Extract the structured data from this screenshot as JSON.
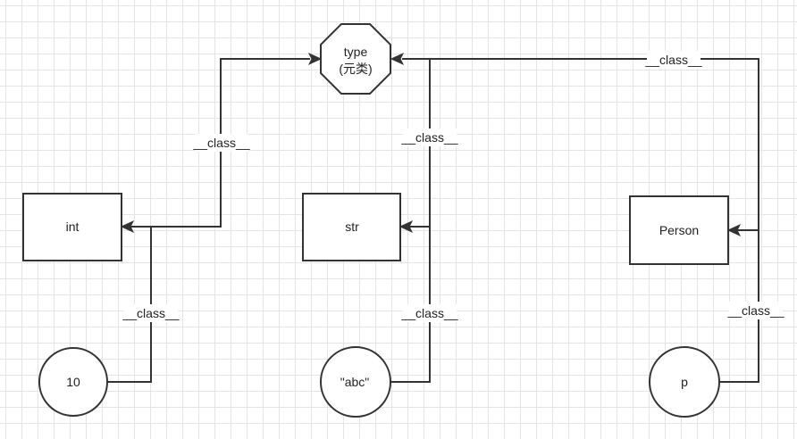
{
  "nodes": {
    "type_main": "type",
    "type_sub": "(元类)",
    "int": "int",
    "str": "str",
    "person": "Person",
    "ten": "10",
    "abc": "\"abc\"",
    "p": "p"
  },
  "edges": {
    "int_to_type": "__class__",
    "str_to_type": "__class__",
    "person_to_type": "__class__",
    "ten_to_int": "__class__",
    "abc_to_str": "__class__",
    "p_to_person": "__class__"
  },
  "colors": {
    "stroke": "#333333",
    "grid": "#e4e4e4",
    "background": "#ffffff"
  }
}
